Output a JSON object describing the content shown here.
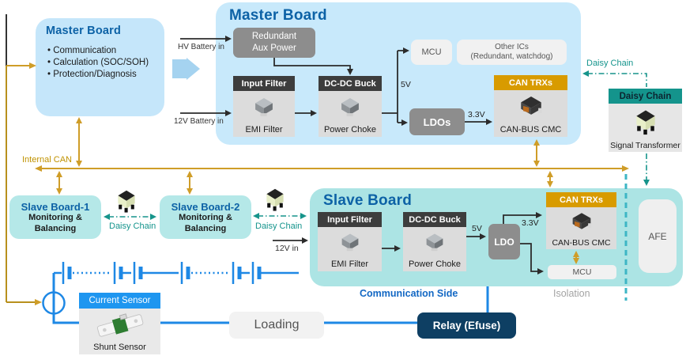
{
  "left_master": {
    "title": "Master Board",
    "bullets": [
      "Communication",
      "Calculation (SOC/SOH)",
      "Protection/Diagnosis"
    ]
  },
  "master": {
    "title": "Master Board",
    "hv_in_label": "HV Battery in",
    "v12_in_label": "12V Battery in",
    "redundant_line1": "Redundant",
    "redundant_line2": "Aux Power",
    "input_filter_header": "Input Filter",
    "emi_label": "EMI Filter",
    "dcdc_header": "DC-DC Buck",
    "choke_label": "Power Choke",
    "mcu": "MCU",
    "other_ics_line1": "Other ICs",
    "other_ics_line2": "(Redundant, watchdog)",
    "v5": "5V",
    "ldos": "LDOs",
    "v33": "3.3V",
    "can_header": "CAN TRXs",
    "cmc_label": "CAN-BUS CMC"
  },
  "daisy_chain_top": "Daisy Chain",
  "signal_transformer": {
    "header": "Daisy Chain",
    "label": "Signal Transformer"
  },
  "internal_can": "Internal CAN",
  "slave1": {
    "title": "Slave Board-1",
    "sub1": "Monitoring &",
    "sub2": "Balancing"
  },
  "slave2": {
    "title": "Slave Board-2",
    "sub1": "Monitoring &",
    "sub2": "Balancing"
  },
  "daisy1": "Daisy Chain",
  "daisy2": "Daisy Chain",
  "slave": {
    "title": "Slave Board",
    "v12_in": "12V in",
    "input_filter_header": "Input Filter",
    "emi_label": "EMI Filter",
    "dcdc_header": "DC-DC Buck",
    "choke_label": "Power Choke",
    "v5": "5V",
    "ldo": "LDO",
    "v33": "3.3V",
    "can_header": "CAN TRXs",
    "cmc_label": "CAN-BUS CMC",
    "mcu": "MCU",
    "afe": "AFE",
    "comm_side": "Communication Side",
    "isolation": "Isolation"
  },
  "current_sensor": {
    "header": "Current Sensor",
    "label": "Shunt Sensor"
  },
  "loading": "Loading",
  "relay": "Relay (Efuse)",
  "colors": {
    "gold_wire": "#cf9d28",
    "teal_daisy": "#16948b",
    "isolation_dash": "#3db6c5",
    "blue_wire": "#1e88e5",
    "orange_header": "#d89b00",
    "relay_navy": "#0e3f63",
    "board_title_blue": "#0d62a6"
  }
}
